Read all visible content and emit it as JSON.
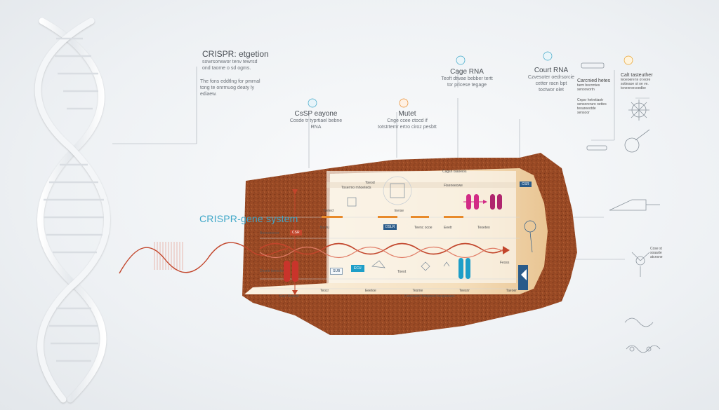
{
  "diagram": {
    "main_title": "CRISPR-gene system",
    "top_left": {
      "title": "CRISPR: etgetion",
      "lines": [
        "sowrsorwwor tenv tewrsd",
        "ond taome o sd ogms."
      ]
    },
    "left_note": {
      "lines": [
        "The fons eddtlng for pmrnal",
        "tong te onrmuog deaty ly",
        "ediaew."
      ]
    },
    "cas9": {
      "title": "CsSP eayone",
      "lines": [
        "Cosde tr typrtiael bebne",
        "RNA"
      ]
    },
    "mutet": {
      "title": "Mutet",
      "lines": [
        "Cnge ccee ctocd if",
        "totstrtemr ertro ciroz pesbtt"
      ]
    },
    "guide_rna": {
      "title": "Cage RNA",
      "lines": [
        "Teoft dtwae bebber tertt",
        "tor pricese tegage"
      ]
    },
    "court_rna": {
      "title": "Court RNA",
      "lines": [
        "Czvesoter oedrsorcie",
        "cetter racn bpt",
        "toctwor olet"
      ]
    },
    "right_labels": {
      "carriol": {
        "title": "Carcnied hetes",
        "lines": [
          "tarm bocrrntes",
          "senoovortn"
        ]
      },
      "cell": {
        "title": "Calt tasteuther",
        "lines": [
          "teoeoere te ot eore",
          "sotteaoe ot oe ve.",
          "tcneeroecoedbe"
        ]
      },
      "mid_note": {
        "lines": [
          "Cnpsr hetretiaotr",
          "sensoreruro oettes",
          "teoareeotde",
          "sensoor"
        ]
      },
      "right_small": {
        "lines": [
          "Cose st",
          "soaarte",
          "atcnsne"
        ]
      }
    },
    "inner": {
      "caspr_label": "Cagsn tsaoeios",
      "header_left": "Tosermo mhoeteds",
      "note_a": "Tseted",
      "note_b": "Toeod",
      "note_c": "Eerse",
      "side_label": "Fiseneeowe",
      "seq_a": "Boccsteocer",
      "seq_b": "Bamu",
      "ctrl": "Dosetr berocks",
      "box1": "SUB",
      "box2": "ECU",
      "blue_box": "DSLR",
      "cell_note": "Teenc ocoe",
      "right_note": "Eeetr",
      "right_note2": "Teoeteo",
      "tight": "Toeot",
      "fiduc": "Fesss",
      "bottom_left": "Eeyr Reoest",
      "bottom_center": "Cooeseed Tetepeecl beepeeaes",
      "csr_badge": "CSR",
      "csr2_badge": "CSR",
      "seg_labels": [
        "Teocr",
        "Eeetoe",
        "Tesme",
        "Teesnr",
        "Taeoer"
      ]
    }
  },
  "colors": {
    "accent_blue": "#3fa7c8",
    "dna_red": "#c2452b",
    "tissue_brown": "#9a4a25",
    "tissue_light": "#f6e6cc",
    "magenta": "#d22b86",
    "cyan": "#1e9ec8",
    "orange": "#e88a2a",
    "navy": "#2a5b8a"
  }
}
